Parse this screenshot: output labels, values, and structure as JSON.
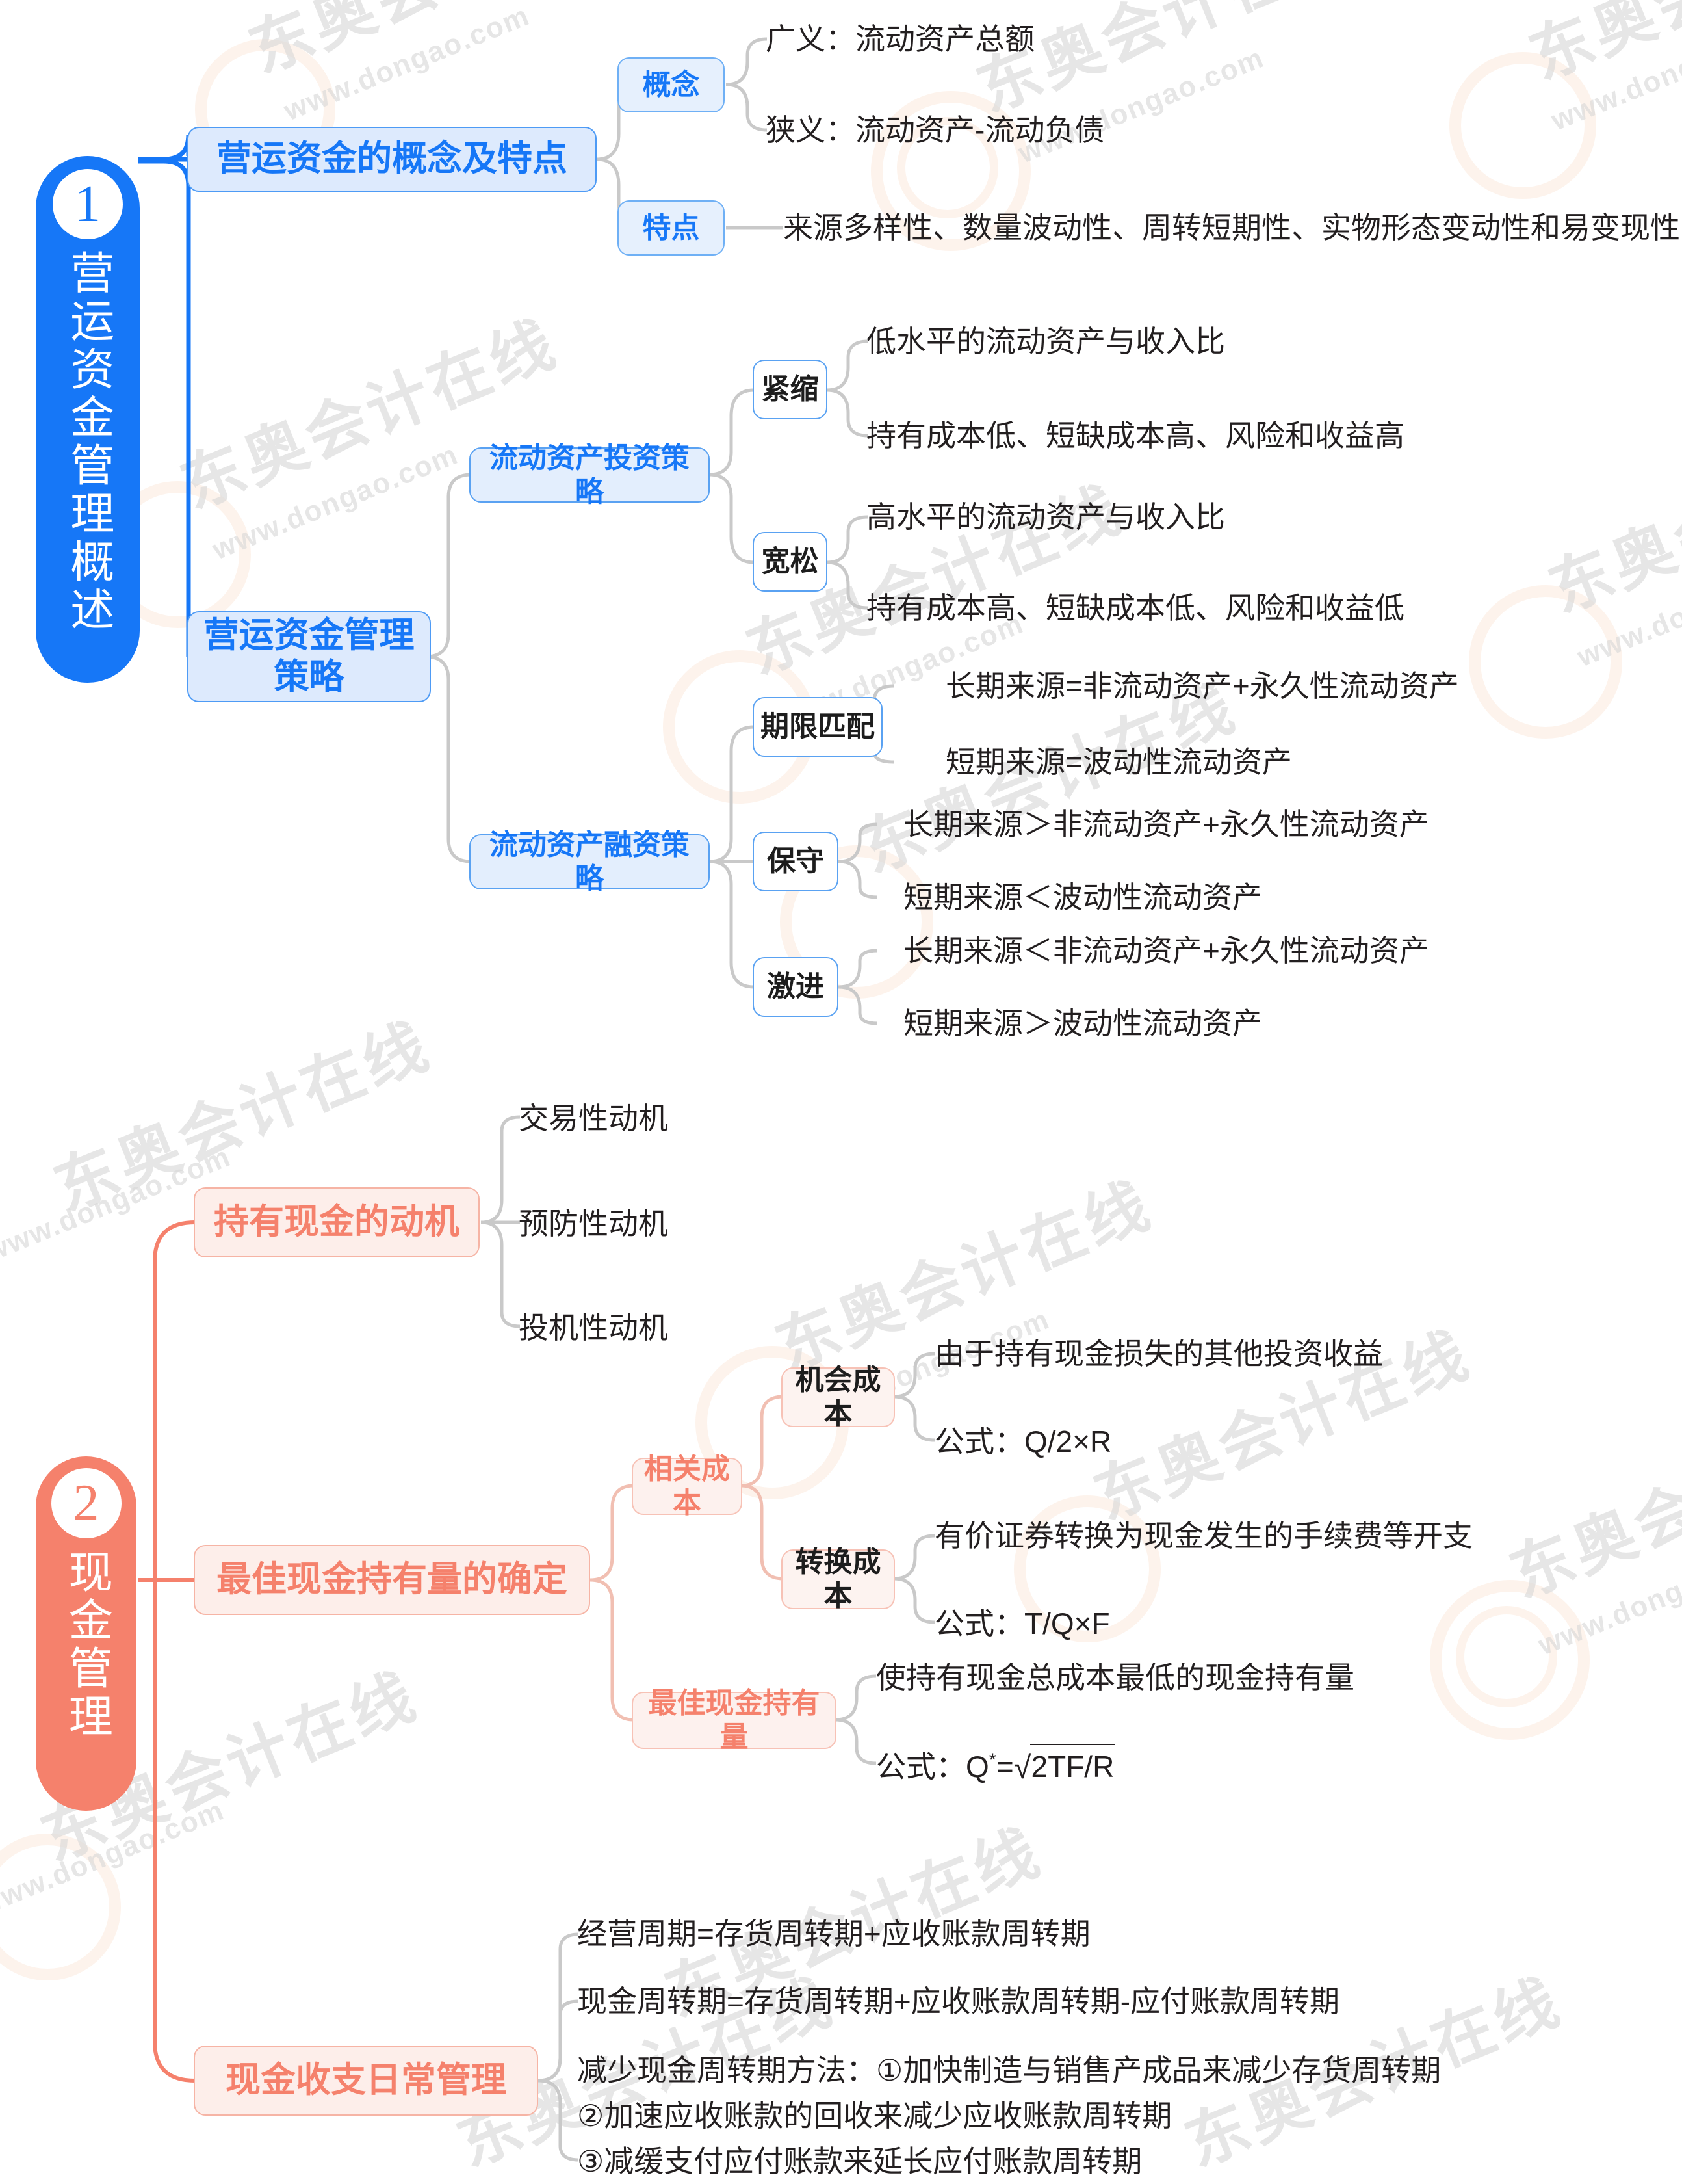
{
  "theme": {
    "blue": "#1677f7",
    "blue_fill": "#ddeafd",
    "blue_border": "#4e9bf5",
    "coral": "#f5816c",
    "coral_fill": "#fdeeea",
    "coral_border": "#f6b4a5",
    "text": "#231f20",
    "link_gray": "#c9c9c9",
    "watermark": "#d8d8d8"
  },
  "watermark": {
    "brand": "东奥会计在线",
    "url": "www.dongao.com"
  },
  "sections": [
    {
      "number": "1",
      "title": "营运资金管理概述",
      "color": "#1677f7",
      "branches": [
        {
          "label": "营运资金的概念及特点",
          "children": [
            {
              "label": "概念",
              "leaves": [
                "广义：流动资产总额",
                "狭义：流动资产-流动负债"
              ]
            },
            {
              "label": "特点",
              "leaves": [
                "来源多样性、数量波动性、周转短期性、实物形态变动性和易变现性"
              ]
            }
          ]
        },
        {
          "label": "营运资金管理策略",
          "children": [
            {
              "label": "流动资产投资策略",
              "grandchildren": [
                {
                  "label": "紧缩",
                  "leaves": [
                    "低水平的流动资产与收入比",
                    "持有成本低、短缺成本高、风险和收益高"
                  ]
                },
                {
                  "label": "宽松",
                  "leaves": [
                    "高水平的流动资产与收入比",
                    "持有成本高、短缺成本低、风险和收益低"
                  ]
                }
              ]
            },
            {
              "label": "流动资产融资策略",
              "grandchildren": [
                {
                  "label": "期限匹配",
                  "leaves": [
                    "长期来源=非流动资产+永久性流动资产",
                    "短期来源=波动性流动资产"
                  ]
                },
                {
                  "label": "保守",
                  "leaves": [
                    "长期来源＞非流动资产+永久性流动资产",
                    "短期来源＜波动性流动资产"
                  ]
                },
                {
                  "label": "激进",
                  "leaves": [
                    "长期来源＜非流动资产+永久性流动资产",
                    "短期来源＞波动性流动资产"
                  ]
                }
              ]
            }
          ]
        }
      ]
    },
    {
      "number": "2",
      "title": "现金管理",
      "color": "#f5816c",
      "branches": [
        {
          "label": "持有现金的动机",
          "leaves": [
            "交易性动机",
            "预防性动机",
            "投机性动机"
          ]
        },
        {
          "label": "最佳现金持有量的确定",
          "children": [
            {
              "label": "相关成本",
              "grandchildren": [
                {
                  "label": "机会成本",
                  "leaves": [
                    "由于持有现金损失的其他投资收益",
                    "公式：Q/2×R"
                  ]
                },
                {
                  "label": "转换成本",
                  "leaves": [
                    "有价证券转换为现金发生的手续费等开支",
                    "公式：T/Q×F"
                  ]
                }
              ]
            },
            {
              "label": "最佳现金持有量",
              "leaves": [
                "使持有现金总成本最低的现金持有量",
                "公式：Q*=√2TF/R"
              ],
              "formula": {
                "prefix": "公式：Q",
                "star": "*",
                "equals": "=",
                "radicand": "2TF/R"
              }
            }
          ]
        },
        {
          "label": "现金收支日常管理",
          "leaves": [
            "经营周期=存货周转期+应收账款周转期",
            "现金周转期=存货周转期+应收账款周转期-应付账款周转期"
          ],
          "leaves_multiline": [
            "减少现金周转期方法：①加快制造与销售产成品来减少存货周转期",
            "②加速应收账款的回收来减少应收账款周转期",
            "③减缓支付应付账款来延长应付账款周转期"
          ]
        }
      ]
    }
  ]
}
